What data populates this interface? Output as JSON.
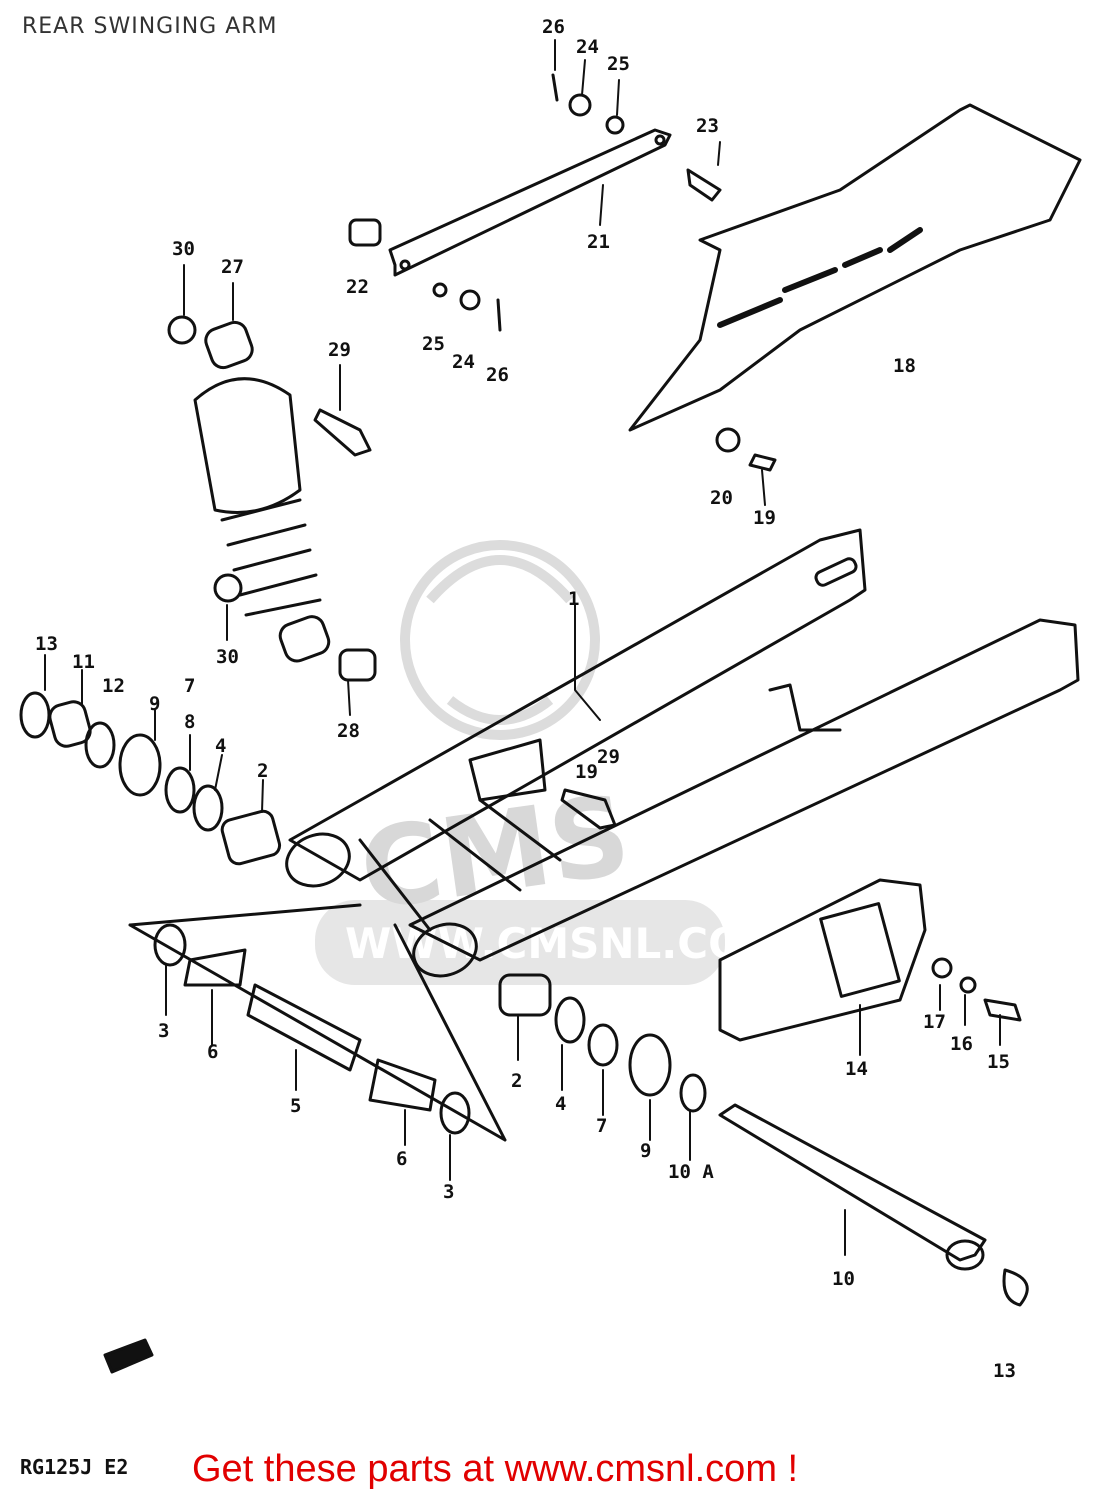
{
  "title": "REAR SWINGING ARM",
  "diagram_code": "RG125J E2",
  "footer_ad": "Get these parts at www.cmsnl.com !",
  "watermark": {
    "logo_text": "CMS",
    "url_text": "WWW.CMSNL.COM"
  },
  "colors": {
    "ink": "#111111",
    "watermark": "#dcdcdc",
    "ad": "#e10000"
  },
  "part_labels": [
    {
      "id": "1",
      "text": "1"
    },
    {
      "id": "2a",
      "text": "2"
    },
    {
      "id": "2b",
      "text": "2"
    },
    {
      "id": "3a",
      "text": "3"
    },
    {
      "id": "3b",
      "text": "3"
    },
    {
      "id": "4a",
      "text": "4"
    },
    {
      "id": "4b",
      "text": "4"
    },
    {
      "id": "5",
      "text": "5"
    },
    {
      "id": "6a",
      "text": "6"
    },
    {
      "id": "6b",
      "text": "6"
    },
    {
      "id": "7a",
      "text": "7"
    },
    {
      "id": "7b",
      "text": "7"
    },
    {
      "id": "8",
      "text": "8"
    },
    {
      "id": "9a",
      "text": "9"
    },
    {
      "id": "9b",
      "text": "9"
    },
    {
      "id": "10a",
      "text": "10"
    },
    {
      "id": "10b",
      "text": "10 A"
    },
    {
      "id": "11",
      "text": "11"
    },
    {
      "id": "12",
      "text": "12"
    },
    {
      "id": "13a",
      "text": "13"
    },
    {
      "id": "13b",
      "text": "13"
    },
    {
      "id": "14",
      "text": "14"
    },
    {
      "id": "15",
      "text": "15"
    },
    {
      "id": "16",
      "text": "16"
    },
    {
      "id": "17",
      "text": "17"
    },
    {
      "id": "18",
      "text": "18"
    },
    {
      "id": "19a",
      "text": "19"
    },
    {
      "id": "19b",
      "text": "19"
    },
    {
      "id": "20",
      "text": "20"
    },
    {
      "id": "21",
      "text": "21"
    },
    {
      "id": "22",
      "text": "22"
    },
    {
      "id": "23",
      "text": "23"
    },
    {
      "id": "24a",
      "text": "24"
    },
    {
      "id": "24b",
      "text": "24"
    },
    {
      "id": "25a",
      "text": "25"
    },
    {
      "id": "25b",
      "text": "25"
    },
    {
      "id": "26a",
      "text": "26"
    },
    {
      "id": "26b",
      "text": "26"
    },
    {
      "id": "27",
      "text": "27"
    },
    {
      "id": "28",
      "text": "28"
    },
    {
      "id": "29a",
      "text": "29"
    },
    {
      "id": "29b",
      "text": "29"
    },
    {
      "id": "30a",
      "text": "30"
    },
    {
      "id": "30b",
      "text": "30"
    }
  ]
}
